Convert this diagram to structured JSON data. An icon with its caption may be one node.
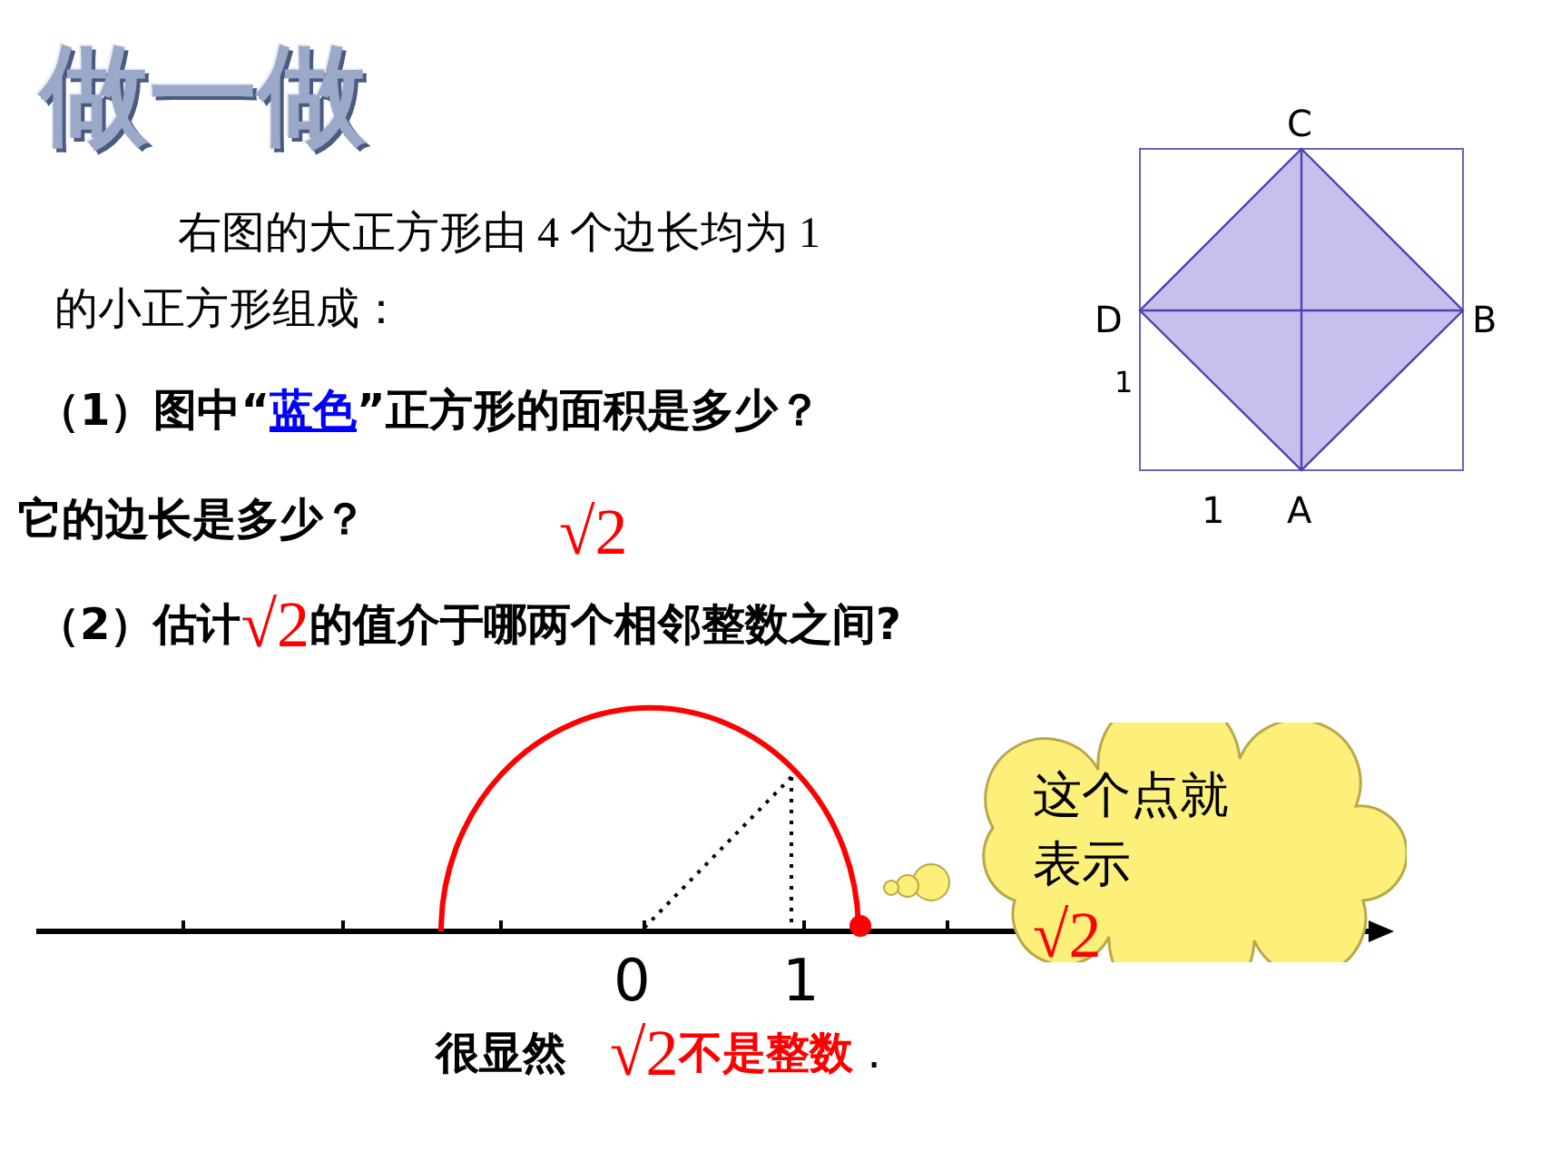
{
  "diagram": {
    "title": "做一做",
    "nodes": [
      {
        "text": [
          "这个点就表示",
          "√2"
        ]
      }
    ],
    "labels": [
      "右图的大正方形由 4 个边长均为 1 的小正方形组成：",
      "C",
      "D",
      "B",
      "1",
      "（1）图中“",
      "蓝色",
      "”正方形的面积是多少？",
      "1",
      "A",
      "它的边长是多少？",
      "√2",
      "（2）估计",
      "√2",
      "的值介于哪两个相邻整数之间?",
      "0",
      "1",
      "很显然",
      "√2",
      "不是整数",
      "."
    ]
  }
}
